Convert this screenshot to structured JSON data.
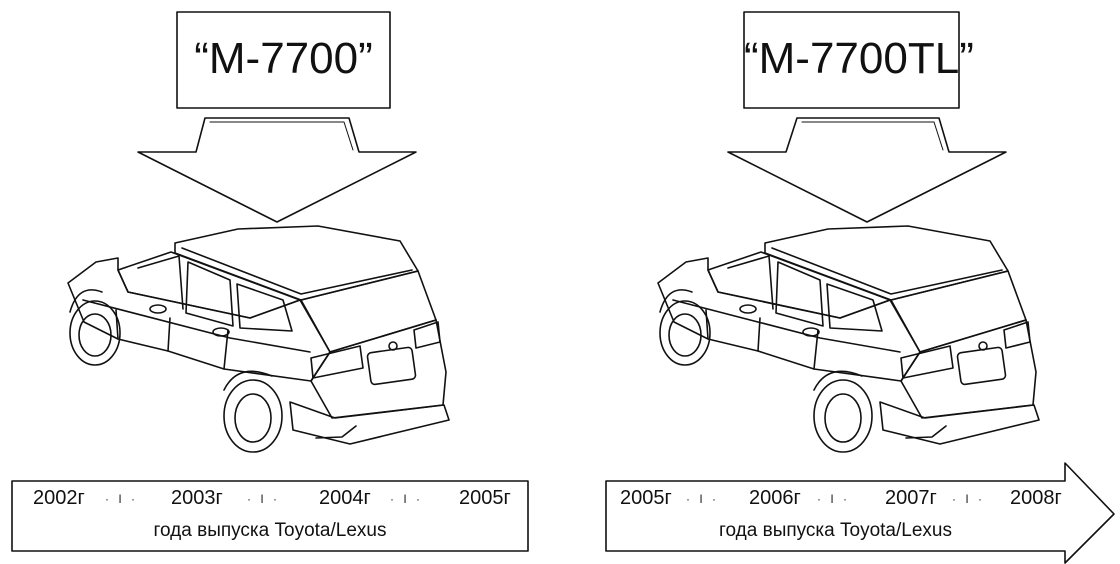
{
  "panels": [
    {
      "model_label": "“M-7700”",
      "timeline": {
        "years": [
          "2002г",
          "2003г",
          "2004г",
          "2005г"
        ],
        "separator": "· I ·",
        "caption": "года выпуска Toyota/Lexus"
      }
    },
    {
      "model_label": "“M-7700TL”",
      "timeline": {
        "years": [
          "2005г",
          "2006г",
          "2007г",
          "2008г"
        ],
        "separator": "· I ·",
        "caption": "года выпуска Toyota/Lexus"
      }
    }
  ],
  "icons": [
    "down-arrow-icon",
    "car-illustration",
    "right-arrow-icon"
  ]
}
